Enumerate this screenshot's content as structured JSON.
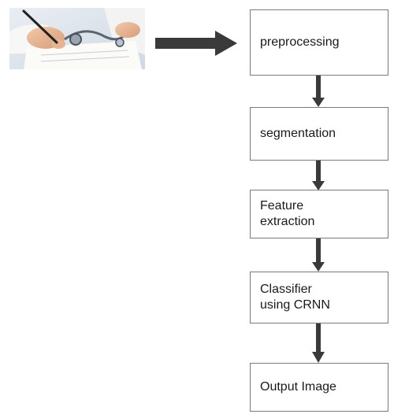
{
  "flow": {
    "steps": [
      {
        "label": "preprocessing"
      },
      {
        "label": "segmentation"
      },
      {
        "label": "Feature\nextraction"
      },
      {
        "label": "Classifier\nusing CRNN"
      },
      {
        "label": "Output Image"
      }
    ]
  },
  "input": {
    "image": "photo of hand writing a prescription with a stethoscope"
  },
  "colors": {
    "arrow": "#3a3a3a",
    "box_border": "#7a7a7a"
  }
}
